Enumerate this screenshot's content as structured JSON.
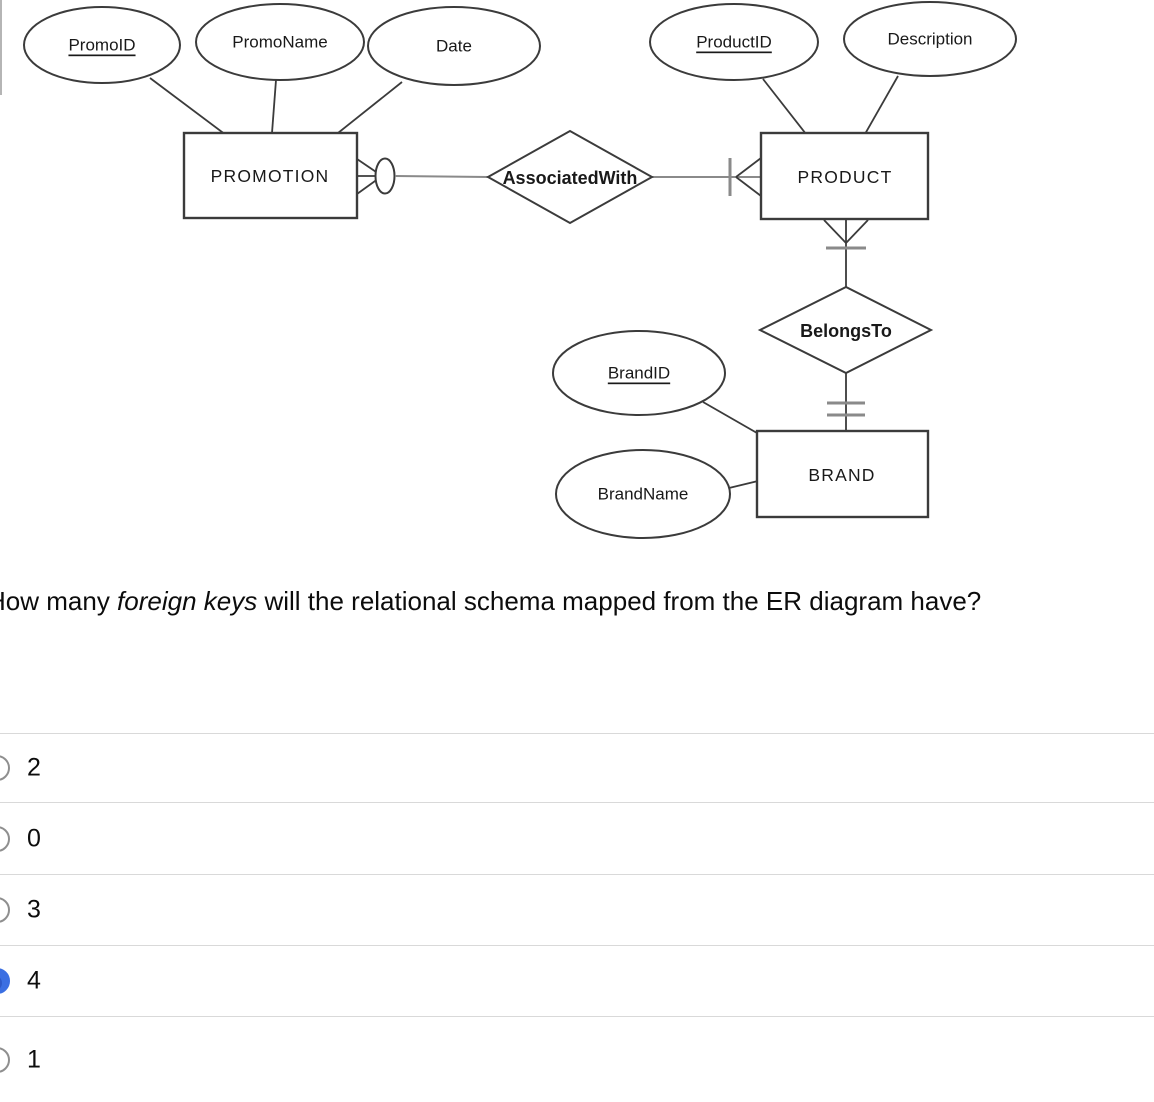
{
  "diagram": {
    "attributes": [
      {
        "label": "PromoID",
        "is_key": true
      },
      {
        "label": "PromoName",
        "is_key": false
      },
      {
        "label": "Date",
        "is_key": false
      },
      {
        "label": "ProductID",
        "is_key": true
      },
      {
        "label": "Description",
        "is_key": false
      },
      {
        "label": "BrandID",
        "is_key": true
      },
      {
        "label": "BrandName",
        "is_key": false
      }
    ],
    "entities": [
      {
        "label": "PROMOTION"
      },
      {
        "label": "PRODUCT"
      },
      {
        "label": "BRAND"
      }
    ],
    "relationships": [
      {
        "label": "AssociatedWith"
      },
      {
        "label": "BelongsTo"
      }
    ]
  },
  "question": {
    "prefix": "How many ",
    "emphasis": "foreign keys",
    "suffix": " will the relational schema mapped from the ER diagram have?"
  },
  "options": [
    {
      "label": "2",
      "selected": false
    },
    {
      "label": "0",
      "selected": false
    },
    {
      "label": "3",
      "selected": false
    },
    {
      "label": "4",
      "selected": true
    },
    {
      "label": "1",
      "selected": false
    }
  ],
  "colors": {
    "radio_selected_fill": "#3b6fe2",
    "radio_selected_inner": "#2d59c8",
    "radio_border": "#8f8f8f",
    "divider": "#d9d9d9",
    "diagram_line": "#3b3b3b",
    "diagram_gray": "#8a8a8a"
  }
}
